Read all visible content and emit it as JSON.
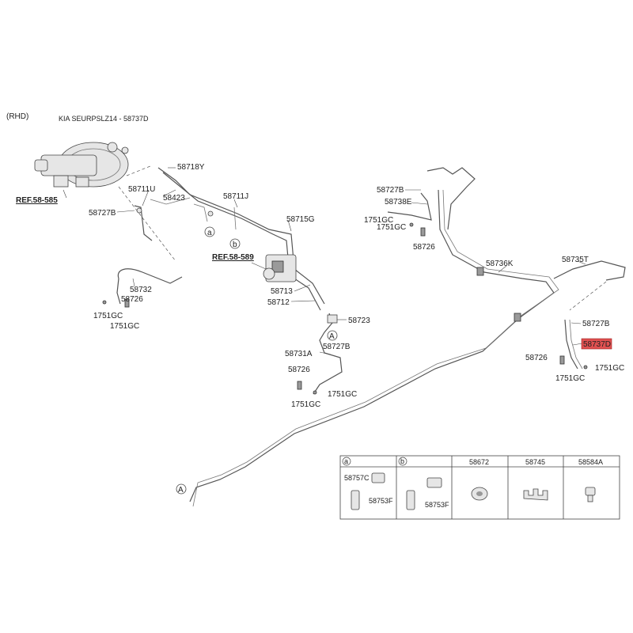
{
  "header": {
    "region": "(RHD)",
    "title": "KIA SEURPSLZ14 - 58737D"
  },
  "refs": {
    "ref_585": "REF.58-585",
    "ref_589": "REF.58-589"
  },
  "callouts": {
    "a": "a",
    "b": "b",
    "A": "A"
  },
  "labels": {
    "p58718Y": "58718Y",
    "p58423": "58423",
    "p58711U": "58711U",
    "p58727B_left": "58727B",
    "p58711J": "58711J",
    "p58715G": "58715G",
    "p58732": "58732",
    "p58726_left": "58726",
    "p1751GC_l1": "1751GC",
    "p1751GC_l2": "1751GC",
    "p58713": "58713",
    "p58712": "58712",
    "p58723": "58723",
    "p58727B_mid": "58727B",
    "p58731A": "58731A",
    "p58726_mid": "58726",
    "p1751GC_m1": "1751GC",
    "p1751GC_m2": "1751GC",
    "p58727B_top": "58727B",
    "p58738E": "58738E",
    "p1751GC_t1": "1751GC",
    "p1751GC_t2": "1751GC",
    "p58726_top": "58726",
    "p58736K": "58736K",
    "p58735T": "58735T",
    "p58727B_right": "58727B",
    "p58737D": "58737D",
    "p58726_right": "58726",
    "p1751GC_r1": "1751GC",
    "p1751GC_r2": "1751GC"
  },
  "legend_table": {
    "headers": [
      "a",
      "b",
      "58672",
      "58745",
      "58584A"
    ],
    "cell_a": [
      "58757C",
      "58753F"
    ],
    "cell_b": [
      "58753F"
    ]
  },
  "colors": {
    "highlight": "#e05050"
  }
}
